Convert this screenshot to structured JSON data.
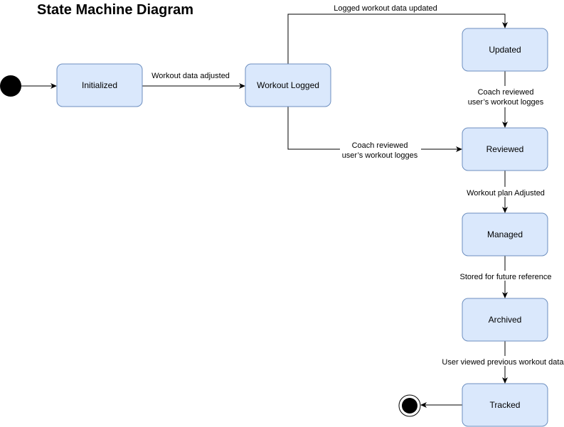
{
  "title": "State Machine Diagram",
  "states": {
    "initialized": "Initialized",
    "workout_logged": "Workout Logged",
    "updated": "Updated",
    "reviewed": "Reviewed",
    "managed": "Managed",
    "archived": "Archived",
    "tracked": "Tracked"
  },
  "transitions": {
    "initialized_to_logged": "Workout data adjusted",
    "logged_to_updated": "Logged workout data updated",
    "updated_to_reviewed": [
      "Coach reviewed",
      "user’s workout logges"
    ],
    "logged_to_reviewed": [
      "Coach reviewed",
      "user’s workout logges"
    ],
    "reviewed_to_managed": "Workout plan Adjusted",
    "managed_to_archived": "Stored for future reference",
    "archived_to_tracked": "User viewed previous workout data"
  },
  "colors": {
    "state_fill": "#dae8fc",
    "state_stroke": "#6c8ebf"
  }
}
